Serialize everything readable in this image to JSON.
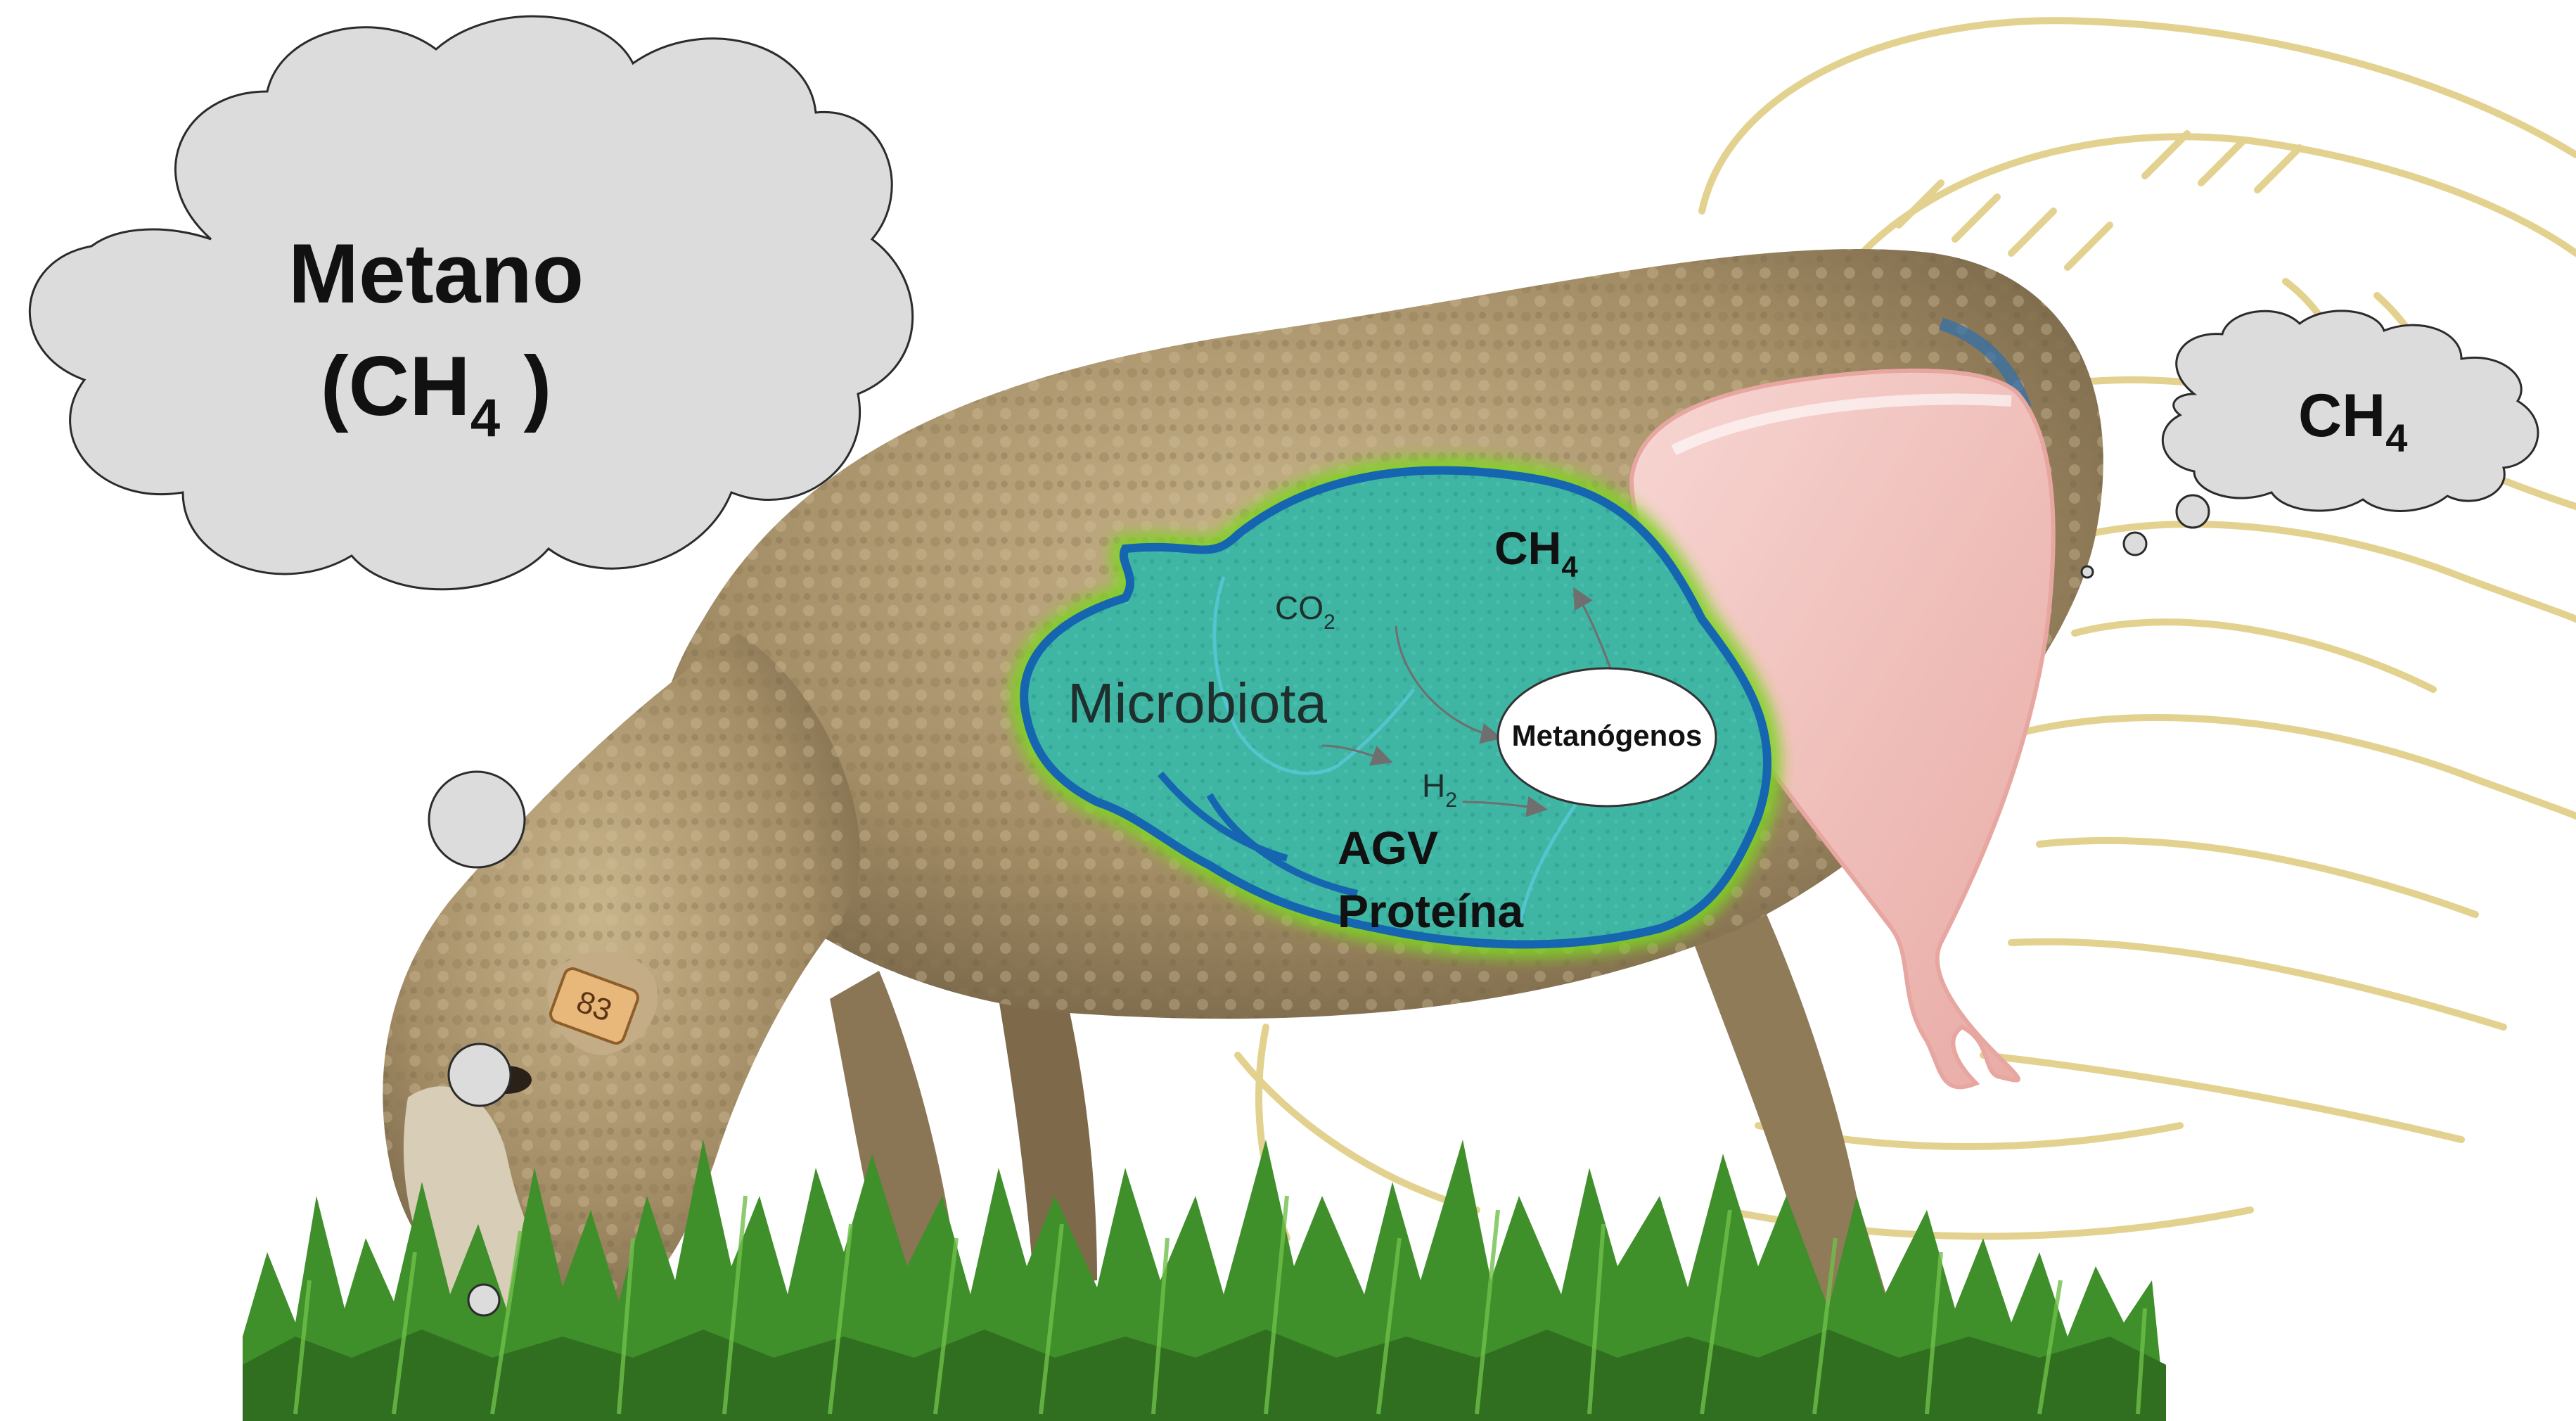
{
  "big_cloud": {
    "line1": "Metano",
    "line2_main": "(CH",
    "line2_sub": "4",
    "line2_end": " )"
  },
  "small_cloud": {
    "main": "CH",
    "sub": "4"
  },
  "rumen": {
    "ch4_main": "CH",
    "ch4_sub": "4",
    "co2_main": "CO",
    "co2_sub": "2",
    "h2_main": "H",
    "h2_sub": "2",
    "microbiota": "Microbiota",
    "metanogenos": "Metanógenos",
    "agv": "AGV",
    "proteina": "Proteína"
  },
  "ear_tag": "83",
  "colors": {
    "cloud_fill": "#dcdcdc",
    "cloud_stroke": "#2b2b2b",
    "rumen_fill": "#3fb5a4",
    "rumen_outline": "#1565b0",
    "rumen_glow": "#7ed321",
    "wool": "#a8946e",
    "meat": "#f2c6c2",
    "grass": "#3f8f2a",
    "sketch_lines": "#e3d28f",
    "text": "#111111"
  }
}
